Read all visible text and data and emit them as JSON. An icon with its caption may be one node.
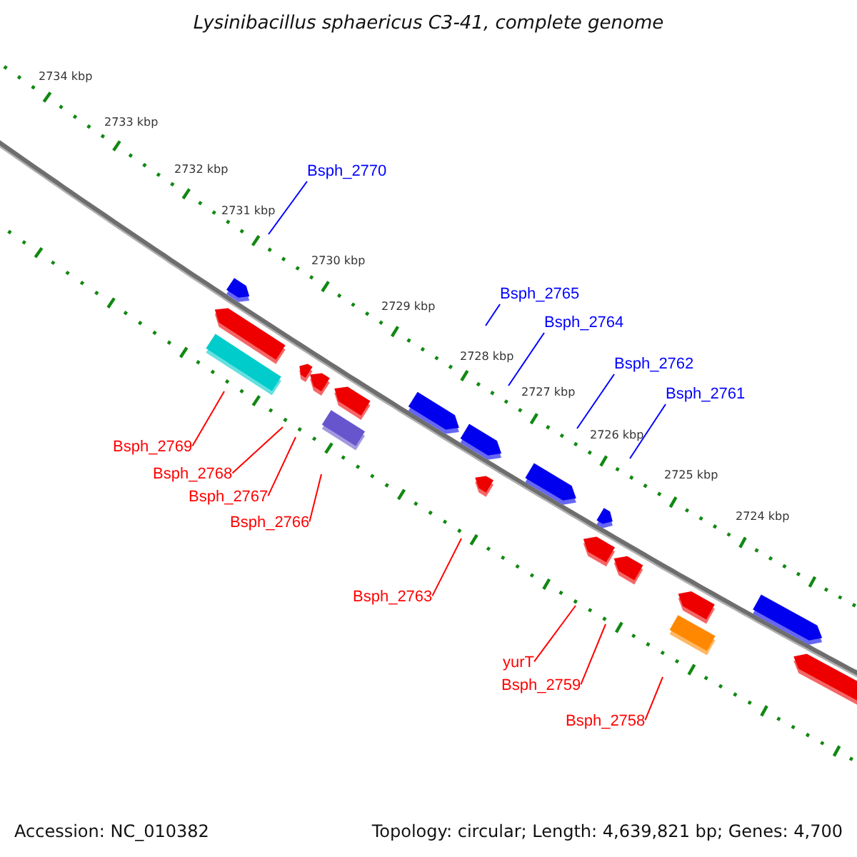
{
  "diagram": {
    "title": "Lysinibacillus sphaericus C3-41, complete genome",
    "nodes": [
      {
        "text": [
          "Bsph_2770"
        ]
      },
      {
        "text": [
          "Bsph_2765"
        ]
      },
      {
        "text": [
          "Bsph_2764"
        ]
      },
      {
        "text": [
          "Bsph_2762"
        ]
      },
      {
        "text": [
          "Bsph_2761"
        ]
      },
      {
        "text": [
          "Bsph_2769"
        ]
      },
      {
        "text": [
          "Bsph_2768"
        ]
      },
      {
        "text": [
          "Bsph_2767"
        ]
      },
      {
        "text": [
          "Bsph_2766"
        ]
      },
      {
        "text": [
          "Bsph_2763"
        ]
      },
      {
        "text": [
          "yurT"
        ]
      },
      {
        "text": [
          "Bsph_2759"
        ]
      },
      {
        "text": [
          "Bsph_2758"
        ]
      }
    ],
    "edges": [
      {
        "from": 0,
        "to": null,
        "arrow": "none",
        "color": "#0000ff"
      },
      {
        "from": 1,
        "to": null,
        "arrow": "none",
        "color": "#0000ff"
      },
      {
        "from": 2,
        "to": null,
        "arrow": "none",
        "color": "#0000ff"
      },
      {
        "from": 3,
        "to": null,
        "arrow": "none",
        "color": "#0000ff"
      },
      {
        "from": 4,
        "to": null,
        "arrow": "none",
        "color": "#0000ff"
      },
      {
        "from": 5,
        "to": null,
        "arrow": "none"
      },
      {
        "from": 6,
        "to": null,
        "arrow": "none"
      },
      {
        "from": 7,
        "to": null,
        "arrow": "none"
      },
      {
        "from": 8,
        "to": null,
        "arrow": "none"
      },
      {
        "from": 9,
        "to": null,
        "arrow": "none"
      },
      {
        "from": 10,
        "to": null,
        "arrow": "none"
      },
      {
        "from": 11,
        "to": null,
        "arrow": "none"
      },
      {
        "from": 12,
        "to": null,
        "arrow": "none"
      }
    ],
    "labels": [
      "2734 kbp",
      "2733 kbp",
      "2732 kbp",
      "2731 kbp",
      "2730 kbp",
      "2729 kbp",
      "2728 kbp",
      "2727 kbp",
      "2726 kbp",
      "2725 kbp",
      "2724 kbp",
      "Accession: NC_010382",
      "Topology: circular; Length: 4,639,821 bp; Genes: 4,700"
    ]
  }
}
